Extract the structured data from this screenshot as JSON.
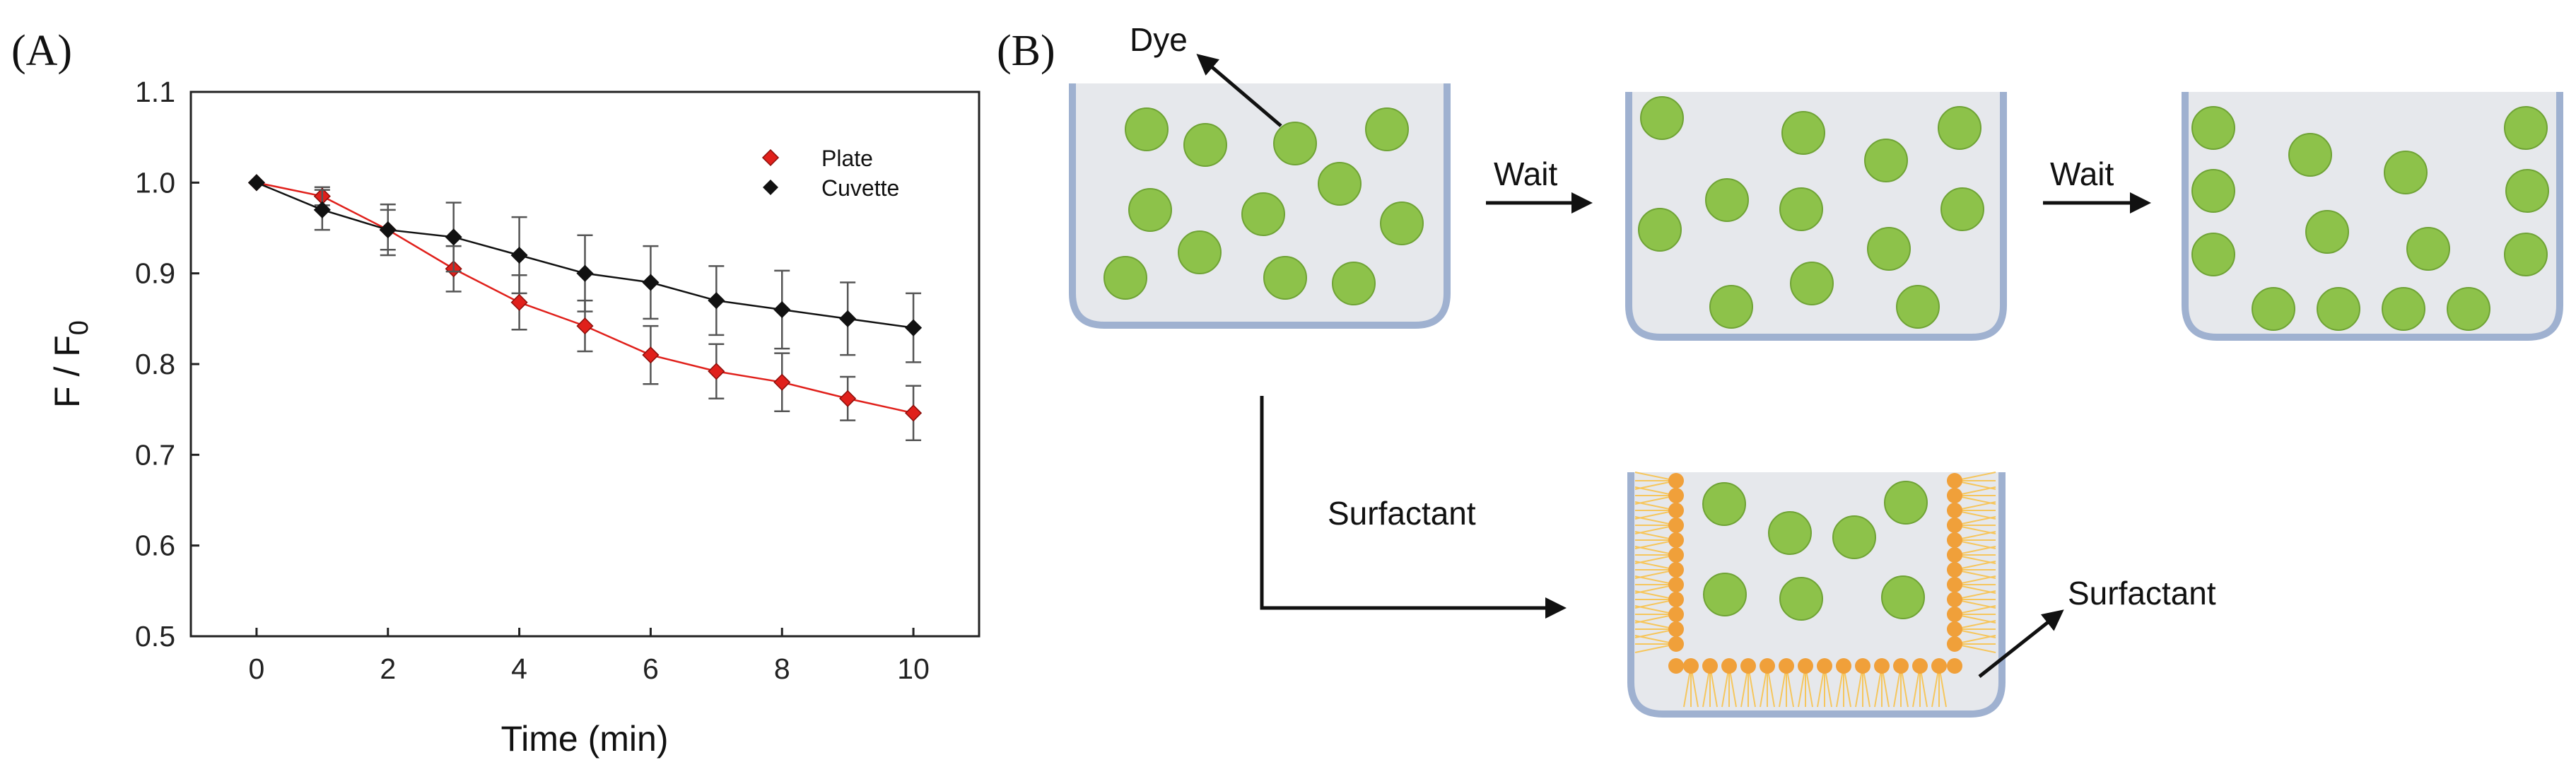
{
  "panels": {
    "a": "(A)",
    "b": "(B)"
  },
  "chart_data": {
    "type": "line",
    "xlabel": "Time (min)",
    "ylabel": "F / F",
    "ylabel_subscript": "0",
    "xlim": [
      -1,
      11
    ],
    "ylim": [
      0.5,
      1.1
    ],
    "x_ticks": [
      0,
      2,
      4,
      6,
      8,
      10
    ],
    "y_ticks": [
      0.5,
      0.6,
      0.7,
      0.8,
      0.9,
      1.0,
      1.1
    ],
    "grid": false,
    "legend_position": "top-right",
    "x": [
      0,
      1,
      2,
      3,
      4,
      5,
      6,
      7,
      8,
      9,
      10
    ],
    "series": [
      {
        "name": "Plate",
        "color": "#e0201b",
        "marker": "diamond",
        "values": [
          1.0,
          0.985,
          0.948,
          0.905,
          0.868,
          0.842,
          0.81,
          0.792,
          0.78,
          0.762,
          0.746
        ],
        "errors": [
          0.0,
          0.01,
          0.022,
          0.025,
          0.03,
          0.028,
          0.032,
          0.03,
          0.032,
          0.024,
          0.03
        ]
      },
      {
        "name": "Cuvette",
        "color": "#111111",
        "marker": "diamond",
        "values": [
          1.0,
          0.97,
          0.948,
          0.94,
          0.92,
          0.9,
          0.89,
          0.87,
          0.86,
          0.85,
          0.84
        ],
        "errors": [
          0.0,
          0.022,
          0.028,
          0.038,
          0.042,
          0.042,
          0.04,
          0.038,
          0.043,
          0.04,
          0.038
        ]
      }
    ]
  },
  "diagram": {
    "dye_label": "Dye",
    "wait_label_1": "Wait",
    "wait_label_2": "Wait",
    "surfactant_arrow_label": "Surfactant",
    "surfactant_callout_label": "Surfactant",
    "colors": {
      "well_fill": "#e6e8ec",
      "well_border": "#9fb1d0",
      "dye": "#8dc24a",
      "dye_edge": "#6fa335",
      "surfactant_head": "#f0a03a",
      "surfactant_tail": "#f6c65c"
    }
  }
}
